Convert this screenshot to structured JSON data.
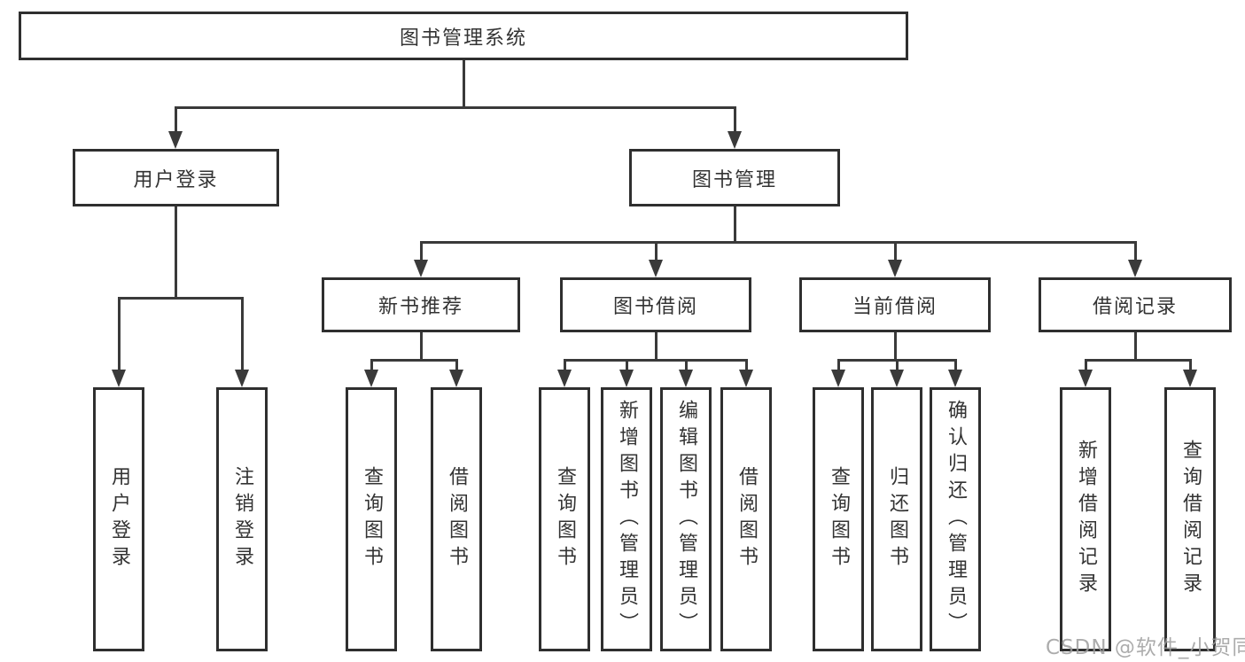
{
  "tree": {
    "root": {
      "label": "图书管理系统"
    },
    "level2": [
      {
        "label": "用户登录",
        "leaves": [
          {
            "label": "用户登录"
          },
          {
            "label": "注销登录"
          }
        ]
      },
      {
        "label": "图书管理",
        "level3": [
          {
            "label": "新书推荐",
            "leaves": [
              {
                "label": "查询图书"
              },
              {
                "label": "借阅图书"
              }
            ]
          },
          {
            "label": "图书借阅",
            "leaves": [
              {
                "label": "查询图书"
              },
              {
                "label": "新增图书（管理员）"
              },
              {
                "label": "编辑图书（管理员）"
              },
              {
                "label": "借阅图书"
              }
            ]
          },
          {
            "label": "当前借阅",
            "leaves": [
              {
                "label": "查询图书"
              },
              {
                "label": "归还图书"
              },
              {
                "label": "确认归还（管理员）"
              }
            ]
          },
          {
            "label": "借阅记录",
            "leaves": [
              {
                "label": "新增借阅记录"
              },
              {
                "label": "查询借阅记录"
              }
            ]
          }
        ]
      }
    ]
  },
  "watermark": {
    "text": "CSDN @软件_小贺同学"
  },
  "colors": {
    "line": "#3a3a3a",
    "box_border": "#2f2f2f",
    "box_fill": "#ffffff",
    "text": "#333333",
    "watermark": "#9e9e9e"
  }
}
